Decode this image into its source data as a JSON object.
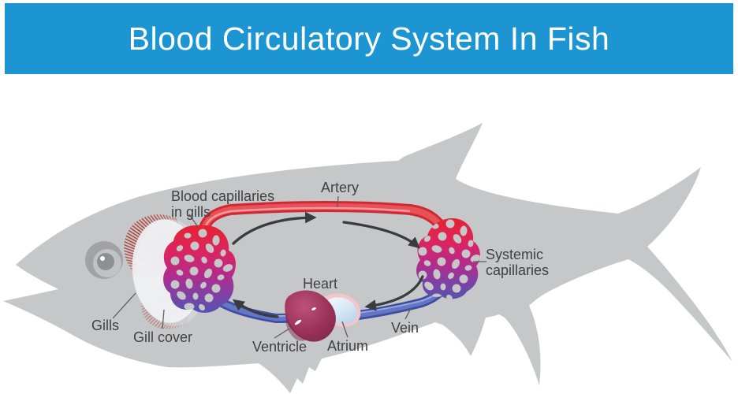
{
  "title": "Blood Circulatory System In Fish",
  "labels": {
    "blood_capillaries_line1": "Blood capillaries",
    "blood_capillaries_line2": "in gills",
    "artery": "Artery",
    "systemic_line1": "Systemic",
    "systemic_line2": "capillaries",
    "heart": "Heart",
    "ventricle": "Ventricle",
    "atrium": "Atrium",
    "vein": "Vein",
    "gills": "Gills",
    "gill_cover": "Gill cover"
  },
  "colors": {
    "banner_blue": "#1e95d3",
    "title_text": "#ffffff",
    "fish_body_gray": "#c5c7c9",
    "artery_red": "#d82b35",
    "vein_blue": "#4053a8",
    "capillary_red": "#e62330",
    "capillary_purple": "#5553ae",
    "ventricle_maroon": "#9c3359",
    "atrium_light_blue": "#d7e7f4",
    "gills_red": "#b23a33",
    "gill_cover_white": "#f1f3f5",
    "arrow_gray": "#3a3b3d",
    "label_text": "#3f4144"
  },
  "parts": [
    "fish-silhouette",
    "eye",
    "gills",
    "gill-cover",
    "gill-capillaries",
    "artery",
    "systemic-capillaries",
    "vein",
    "heart",
    "ventricle",
    "atrium",
    "flow-arrows"
  ]
}
